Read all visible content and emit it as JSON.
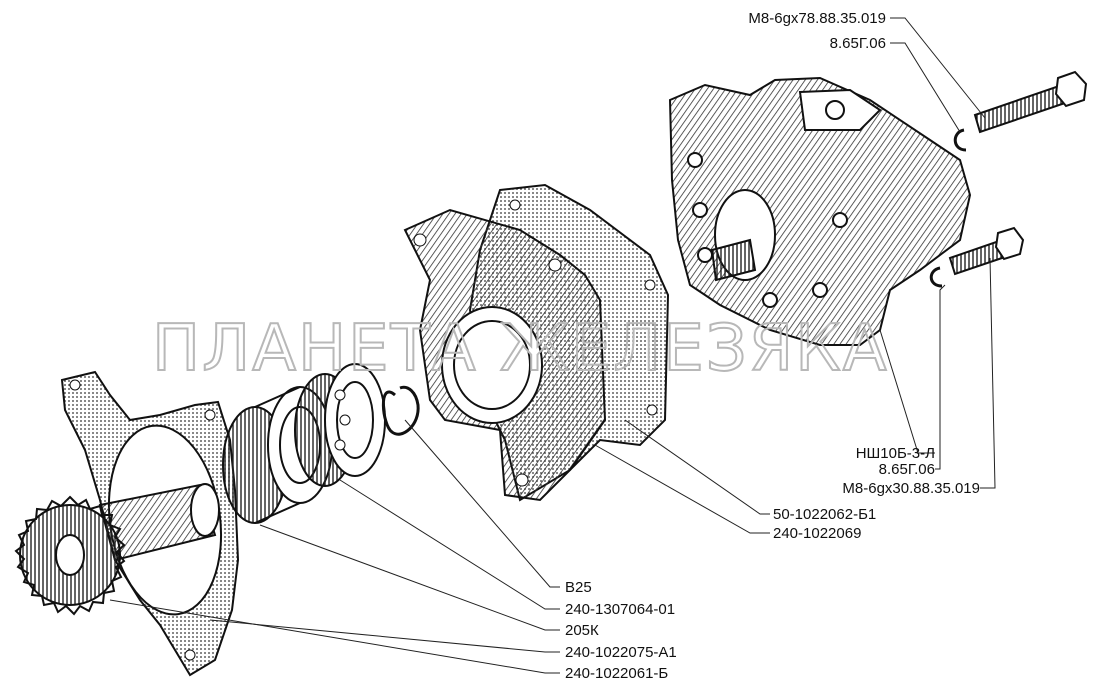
{
  "watermark": "ПЛАНЕТА ЖЕЛЕЗЯКА",
  "labels": {
    "bolt_long": "М8-6gх78.88.35.019",
    "washer_top": "8.65Г.06",
    "pump": "НШ10Б-3-Л",
    "washer_bottom": "8.65Г.06",
    "bolt_short": "М8-6gх30.88.35.019",
    "gasket_pump": "50-1022062-Б1",
    "housing": "240-1022069",
    "circlip": "В25",
    "ring": "240-1307064-01",
    "bearing": "205К",
    "gasket_drive": "240-1022075-А1",
    "gear": "240-1022061-Б"
  }
}
